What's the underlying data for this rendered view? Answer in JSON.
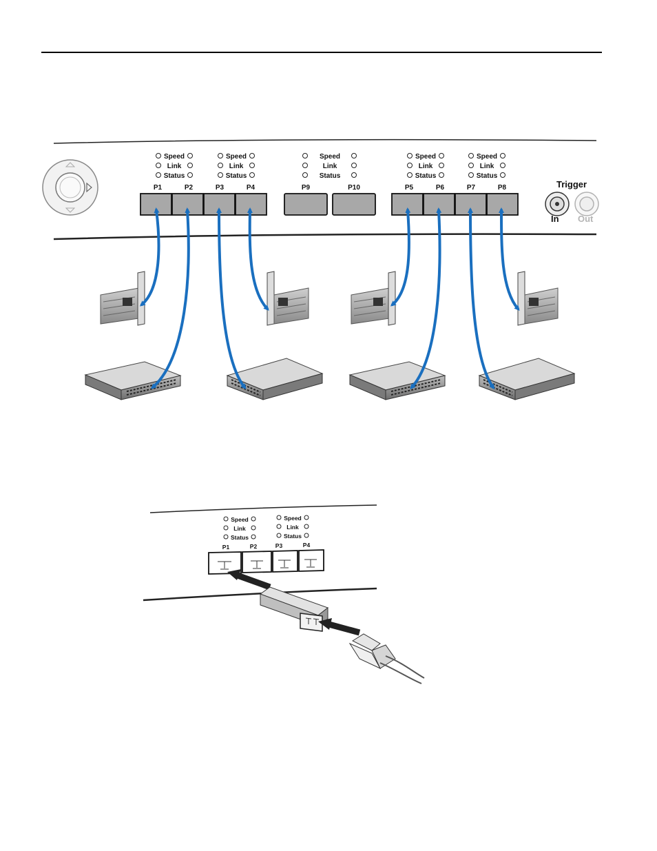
{
  "panel": {
    "led_labels": {
      "speed": "Speed",
      "link": "Link",
      "status": "Status"
    },
    "ports": [
      "P1",
      "P2",
      "P3",
      "P4",
      "P9",
      "P10",
      "P5",
      "P6",
      "P7",
      "P8"
    ],
    "trigger": {
      "title": "Trigger",
      "in": "In",
      "out": "Out"
    }
  },
  "detail": {
    "led_labels": {
      "speed": "Speed",
      "link": "Link",
      "status": "Status"
    },
    "ports": [
      "P1",
      "P2",
      "P3",
      "P4"
    ]
  },
  "colors": {
    "cable": "#1a6fbf",
    "port_fill": "#a8a8a8",
    "panel_line": "#222222"
  }
}
